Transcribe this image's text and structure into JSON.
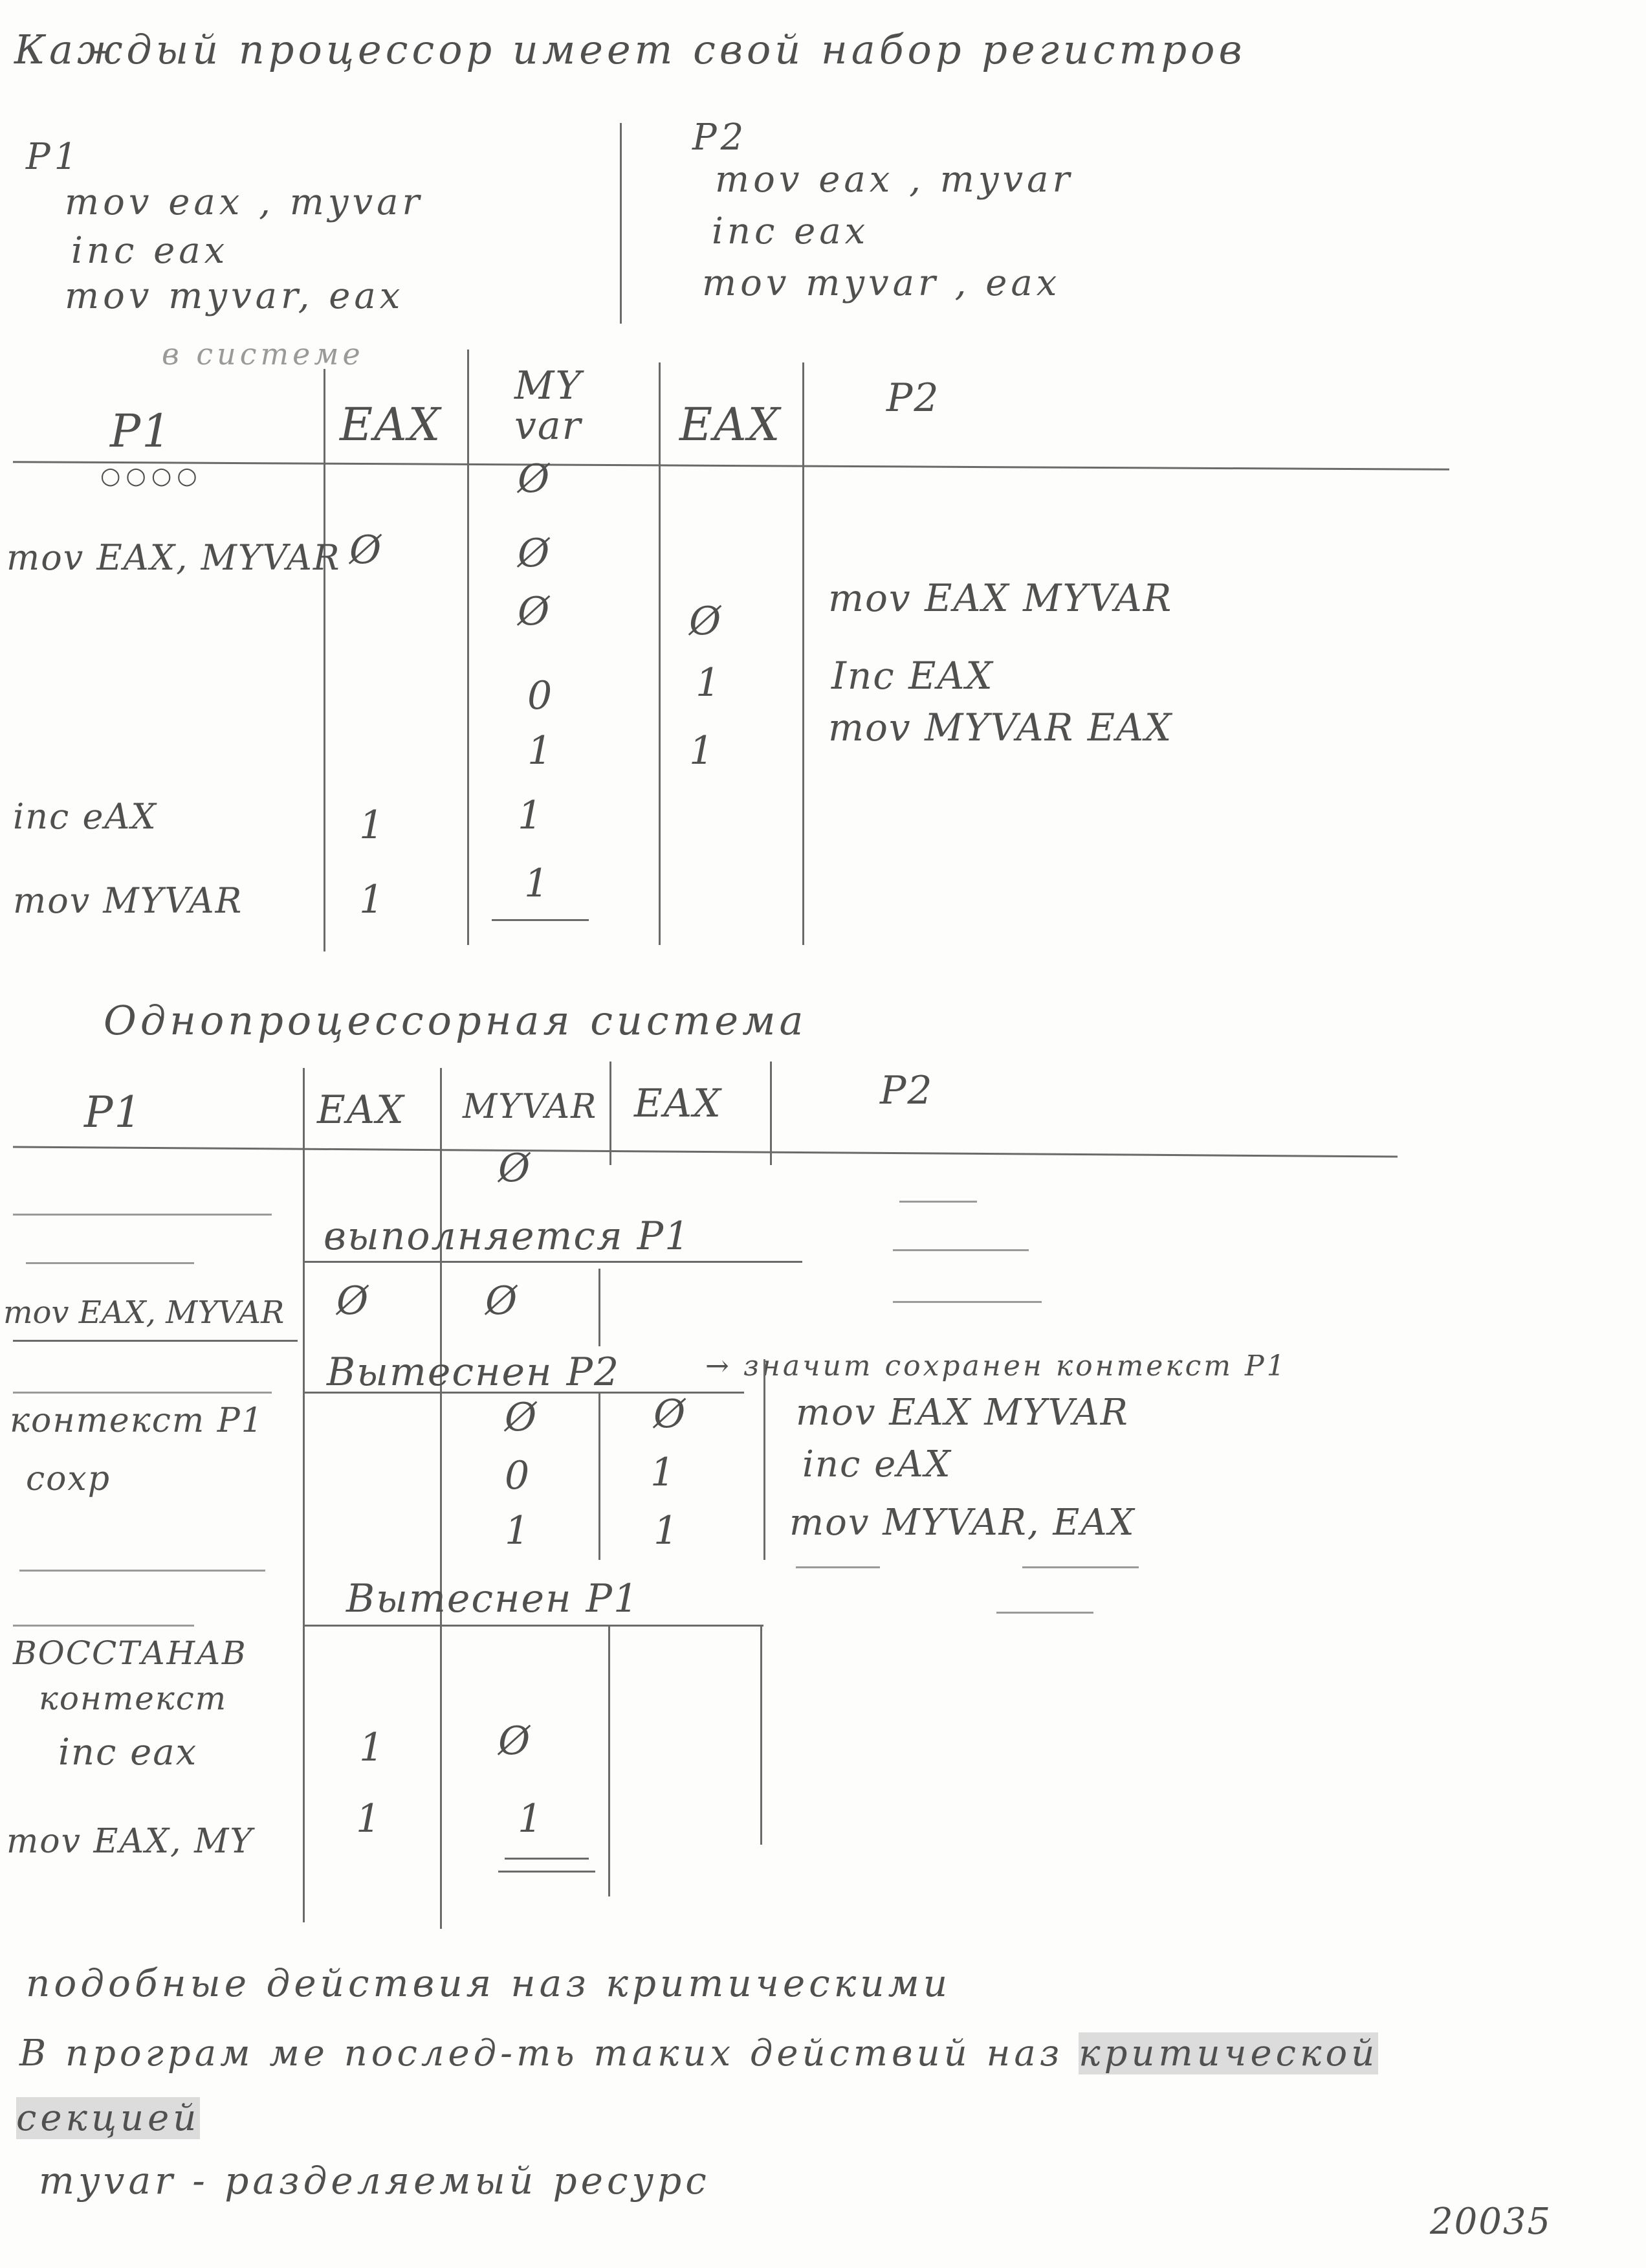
{
  "header": {
    "title": "Каждый процессор имеет свой набор регистров"
  },
  "code": {
    "p1": {
      "label": "P1",
      "lines": [
        "mov eax , myvar",
        "inc   eax",
        "mov  myvar, eax"
      ]
    },
    "p2": {
      "label": "P2",
      "lines": [
        "mov  eax  , myvar",
        "inc   eax",
        "mov   myvar , eax"
      ]
    }
  },
  "table1": {
    "margin_note": "в системе",
    "headers": [
      "P1",
      "EAX",
      "MY var",
      "EAX",
      "P2"
    ],
    "dots": "○○○○",
    "rows": [
      {
        "p1": "",
        "eax1": "",
        "myvar": "Ø",
        "eax2": "",
        "p2": ""
      },
      {
        "p1": "mov EAX, MYVAR",
        "eax1": "Ø",
        "myvar": "Ø",
        "eax2": "",
        "p2": ""
      },
      {
        "p1": "",
        "eax1": "",
        "myvar": "Ø",
        "eax2": "Ø",
        "p2": "mov  EAX  MYVAR"
      },
      {
        "p1": "",
        "eax1": "",
        "myvar": "0",
        "eax2": "1",
        "p2": "Inc   EAX"
      },
      {
        "p1": "",
        "eax1": "",
        "myvar": "1",
        "eax2": "1",
        "p2": "mov   MYVAR  EAX"
      },
      {
        "p1": "inc eAX",
        "eax1": "1",
        "myvar": "1",
        "eax2": "",
        "p2": ""
      },
      {
        "p1": "mov MYVAR",
        "eax1": "1",
        "myvar": "1",
        "eax2": "",
        "p2": ""
      }
    ]
  },
  "table2": {
    "title": "Однопроцессорная система",
    "headers": [
      "P1",
      "EAX",
      "MYVAR",
      "EAX",
      "P2"
    ],
    "banner_running": "выполняется  P1",
    "banner_preempt1": "Вытеснен  P2",
    "banner_note": "→ значит сохранен контекст P1",
    "banner_preempt2": "Вытеснен   P1",
    "rows_a": [
      {
        "p1": "",
        "eax1": "",
        "myvar": "Ø",
        "eax2": "",
        "p2": ""
      },
      {
        "p1": "mov EAX, MYVAR",
        "eax1": "Ø",
        "myvar": "Ø",
        "eax2": "",
        "p2": ""
      }
    ],
    "rows_b": [
      {
        "p1": "контекст P1",
        "eax1": "",
        "myvar": "Ø",
        "eax2": "Ø",
        "p2": "mov   EAX  MYVAR"
      },
      {
        "p1": "сохр",
        "eax1": "",
        "myvar": "0",
        "eax2": "1",
        "p2": "inc    eAX"
      },
      {
        "p1": "",
        "eax1": "",
        "myvar": "1",
        "eax2": "1",
        "p2": "mov   MYVAR, EAX"
      }
    ],
    "rows_c": [
      {
        "p1": "ВОССТАНАВ",
        "eax1": "",
        "myvar": "",
        "eax2": "",
        "p2": ""
      },
      {
        "p1": "контекст",
        "eax1": "",
        "myvar": "",
        "eax2": "",
        "p2": ""
      },
      {
        "p1": "inc eax",
        "eax1": "1",
        "myvar": "Ø",
        "eax2": "",
        "p2": ""
      },
      {
        "p1": "mov  EAX, MY",
        "eax1": "1",
        "myvar": "1",
        "eax2": "",
        "p2": ""
      }
    ]
  },
  "notes": {
    "line1": "подобные действия  наз  критическими",
    "line2_a": "В програм ме   послед-ть  таких  действий  наз",
    "line2_hl": "критической",
    "line3_hl": "секцией",
    "line4": "myvar  - разделяемый  ресурс"
  },
  "page_number": "20035"
}
